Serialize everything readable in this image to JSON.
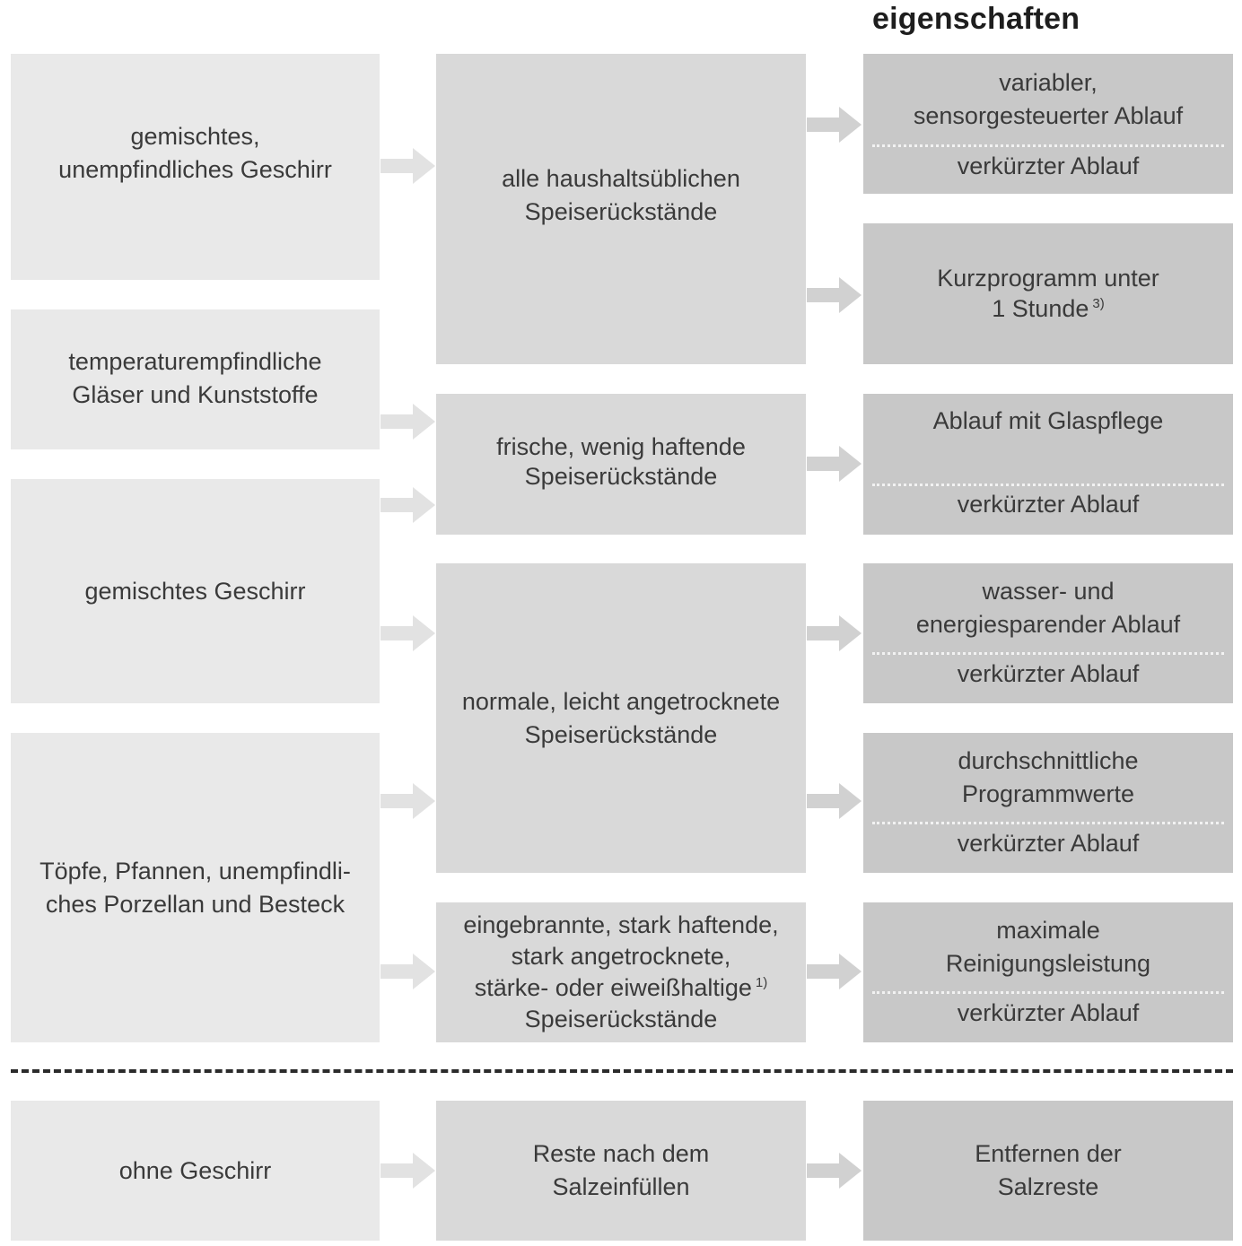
{
  "header": {
    "title": "eigenschaften"
  },
  "col1": {
    "mixed_robust": [
      "gemischtes,",
      "unempfindliches Geschirr"
    ],
    "temp_sensitive": [
      "temperaturempfindliche",
      "Gläser und Kunststoffe"
    ],
    "mixed": [
      "gemischtes Geschirr"
    ],
    "pots": [
      "Töpfe, Pfannen, unempfindli-",
      "ches Porzellan und Besteck"
    ],
    "no_dishes": [
      "ohne Geschirr"
    ]
  },
  "col2": {
    "all_residues": [
      "alle haushaltsüblichen",
      "Speiserückstände"
    ],
    "fresh": [
      "frische, wenig haftende",
      "Speiserückstände"
    ],
    "normal": [
      "normale, leicht angetrocknete",
      "Speiserückstände"
    ],
    "burnt": {
      "lines": [
        "eingebrannte, stark haftende,",
        "stark angetrocknete,",
        "stärke- oder eiweißhaltige",
        "Speiserückstände"
      ],
      "footnote": "1)"
    },
    "salt": [
      "Reste nach dem",
      "Salzeinfüllen"
    ]
  },
  "col3": {
    "variable": {
      "main": [
        "variabler,",
        "sensorgesteuerter Ablauf"
      ],
      "sub": "verkürzter Ablauf"
    },
    "short": {
      "lines": [
        "Kurzprogramm unter",
        "1 Stunde"
      ],
      "footnote": "3)"
    },
    "glass": {
      "main": [
        "Ablauf mit Glaspflege"
      ],
      "sub": "verkürzter Ablauf"
    },
    "eco": {
      "main": [
        "wasser- und",
        "energiesparender Ablauf"
      ],
      "sub": "verkürzter Ablauf"
    },
    "average": {
      "main": [
        "durchschnittliche",
        "Programmwerte"
      ],
      "sub": "verkürzter Ablauf"
    },
    "max": {
      "main": [
        "maximale",
        "Reinigungsleistung"
      ],
      "sub": "verkürzter Ablauf"
    },
    "salt_removal": [
      "Entfernen der",
      "Salzreste"
    ]
  }
}
